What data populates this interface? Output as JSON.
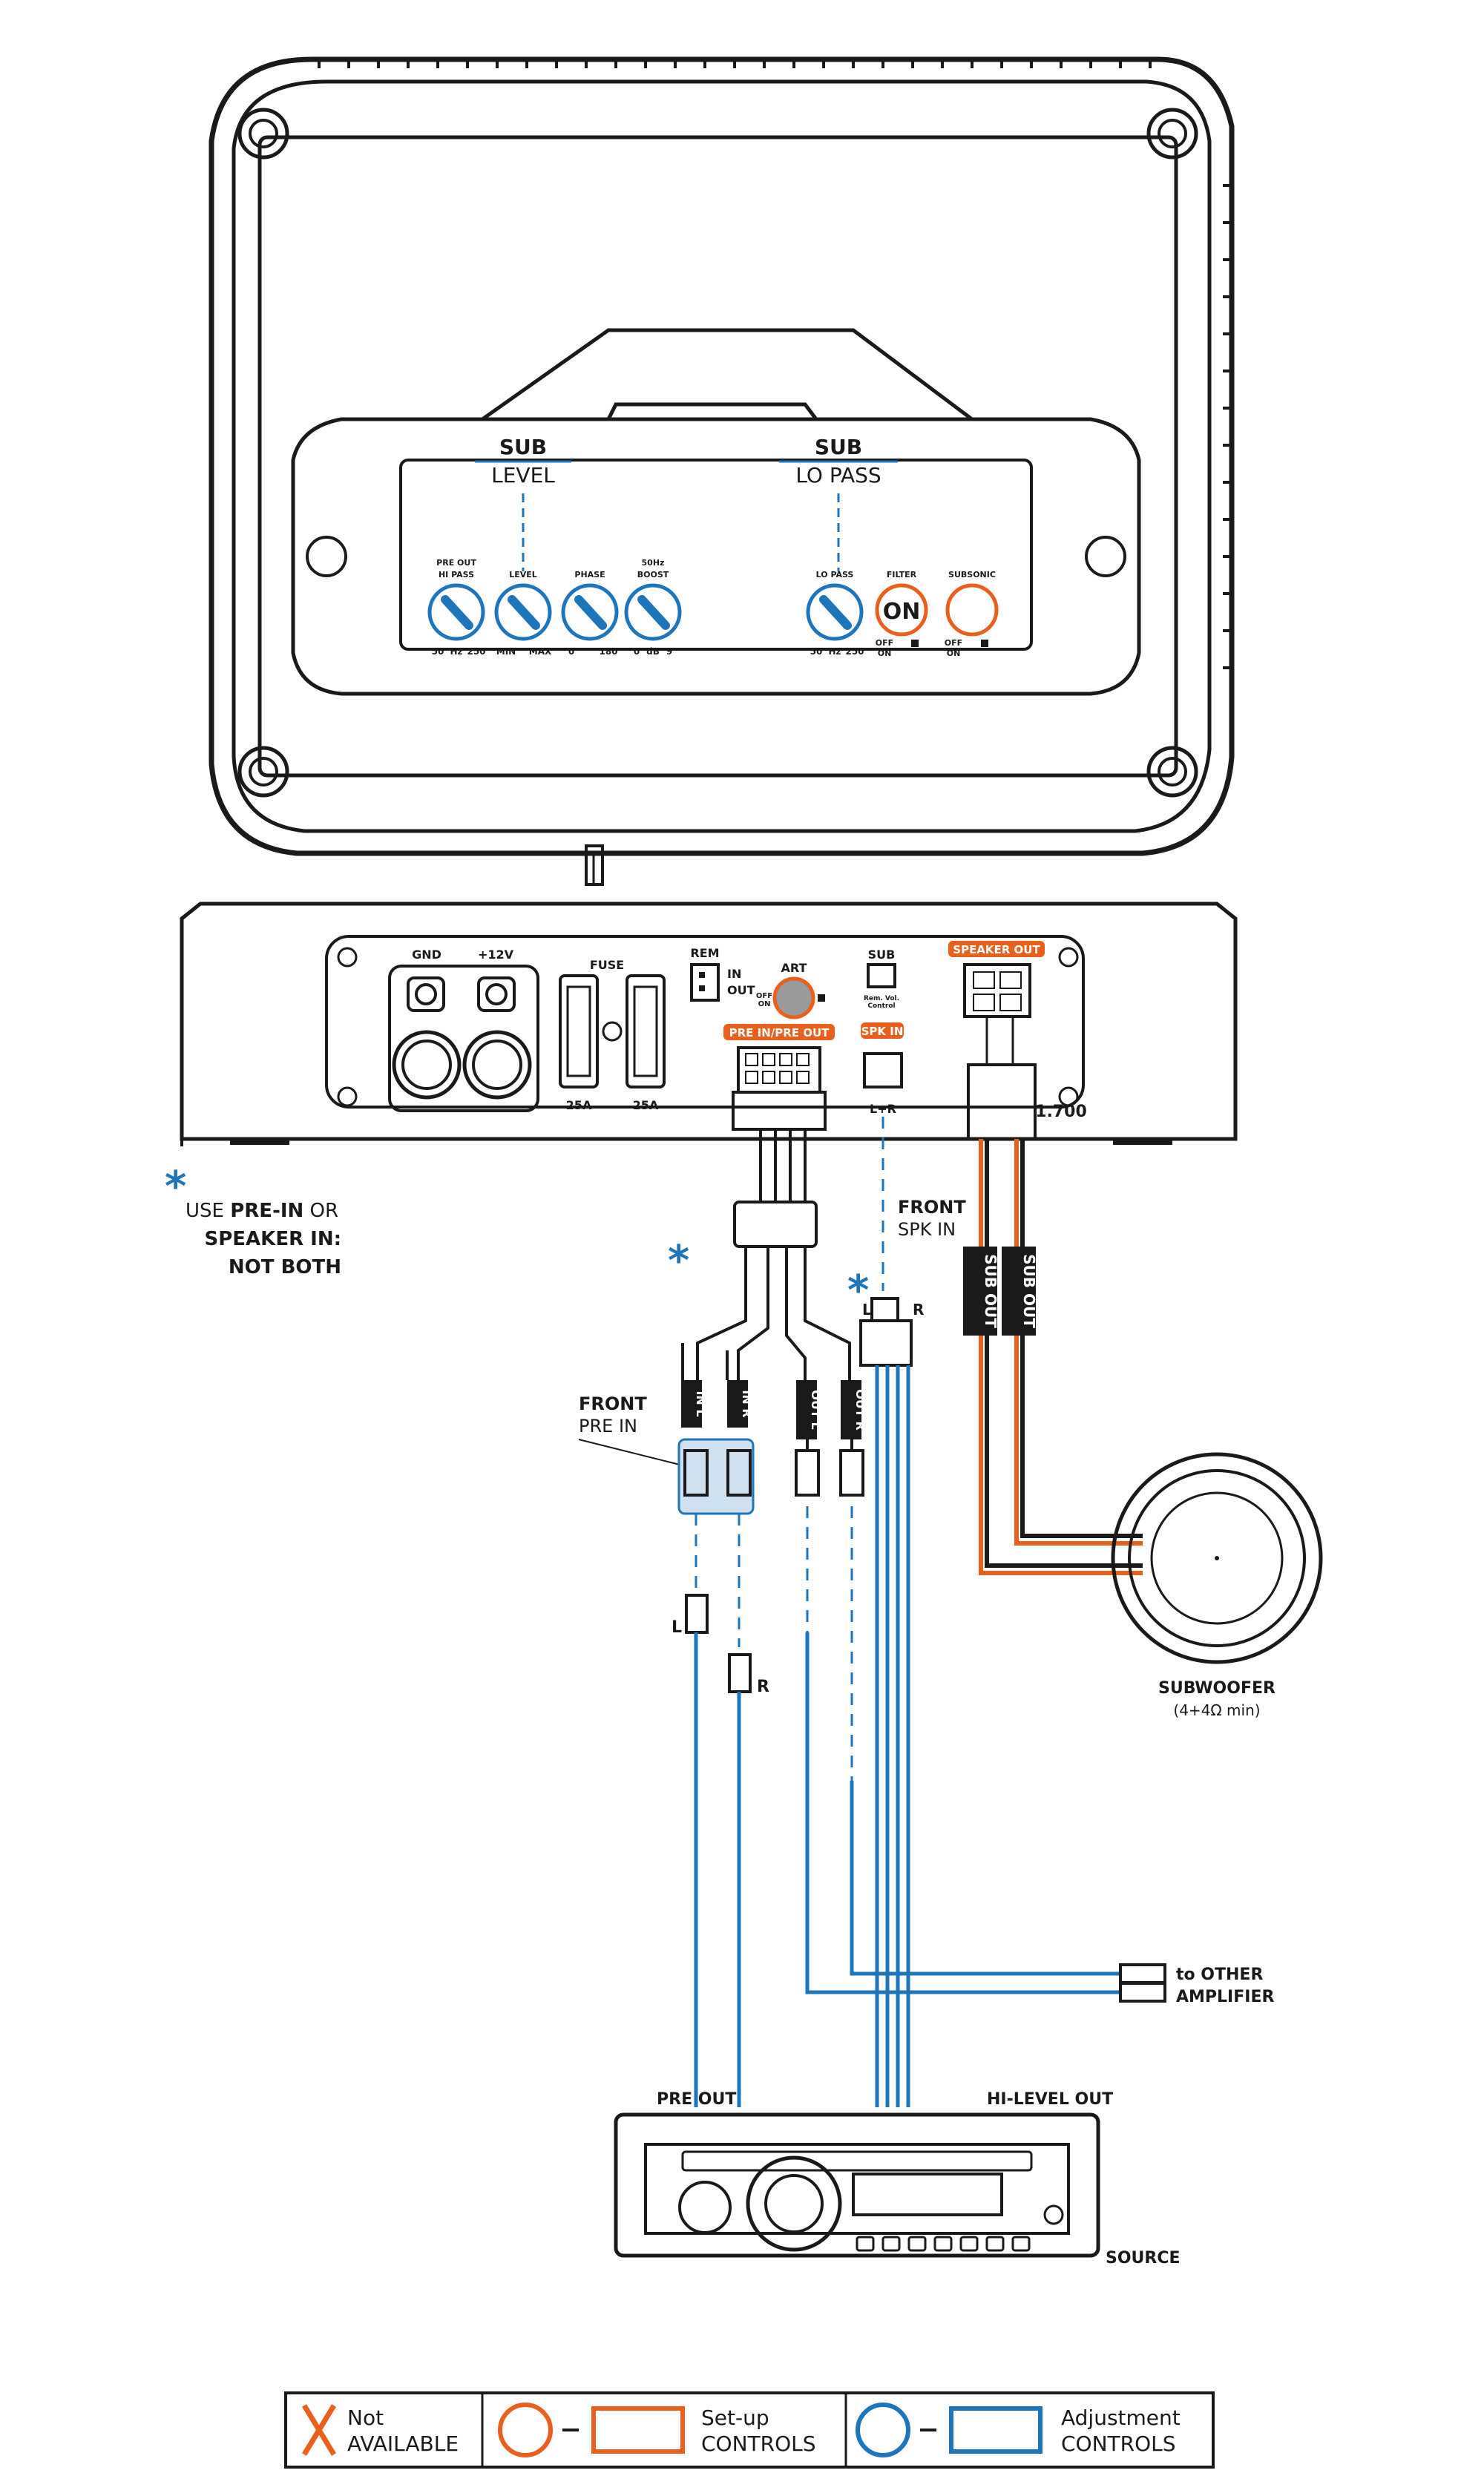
{
  "top_panel": {
    "sub_level_title": "SUB",
    "sub_level_sub": "LEVEL",
    "sub_lopass_title": "SUB",
    "sub_lopass_sub": "LO PASS",
    "knobs": [
      {
        "label1": "PRE OUT",
        "label2": "HI PASS",
        "min": "50",
        "mid": "Hz",
        "max": "250"
      },
      {
        "label1": "",
        "label2": "LEVEL",
        "min": "MIN",
        "mid": "",
        "max": "MAX"
      },
      {
        "label1": "",
        "label2": "PHASE",
        "min": "0",
        "mid": "",
        "max": "180"
      },
      {
        "label1": "50Hz",
        "label2": "BOOST",
        "min": "0",
        "mid": "dB",
        "max": "9"
      },
      {
        "label1": "",
        "label2": "LO PASS",
        "min": "50",
        "mid": "Hz",
        "max": "250"
      }
    ],
    "filter_label": "FILTER",
    "filter_value": "ON",
    "filter_off": "OFF",
    "filter_on": "ON",
    "subsonic_label": "SUBSONIC",
    "subsonic_off": "OFF",
    "subsonic_on": "ON"
  },
  "side_panel": {
    "gnd": "GND",
    "plus12": "+12V",
    "fuse": "FUSE",
    "fuse1": "25A",
    "fuse2": "25A",
    "rem": "REM",
    "rem_in": "IN",
    "rem_out": "OUT",
    "art": "ART",
    "art_off": "OFF",
    "art_on": "ON",
    "pre_in_out": "PRE IN/PRE OUT",
    "sub": "SUB",
    "rem_vol_1": "Rem. Vol.",
    "rem_vol_2": "Control",
    "spk_in": "SPK IN",
    "lr": "L+R",
    "speaker_out": "SPEAKER OUT",
    "model": "1.700"
  },
  "notes": {
    "asterisk": "*",
    "use_line1_a": "USE ",
    "use_line1_b": "PRE-IN",
    "use_line1_c": " OR",
    "use_line2": "SPEAKER IN:",
    "use_line3": "NOT BOTH"
  },
  "wiring": {
    "front_spk_1": "FRONT",
    "front_spk_2": "SPK IN",
    "front_pre_1": "FRONT",
    "front_pre_2": "PRE IN",
    "in_l": "IN L",
    "in_r": "IN R",
    "out_l": "OUT L",
    "out_r": "OUT R",
    "l": "L",
    "r": "R",
    "spk_l": "L",
    "spk_r": "R",
    "sub_out": "SUB OUT",
    "subwoofer": "SUBWOOFER",
    "subwoofer_imp": "(4+4Ω min)",
    "other_1": "to OTHER",
    "other_2": "AMPLIFIER",
    "pre_out": "PRE OUT",
    "hi_level_out": "HI-LEVEL OUT",
    "source": "SOURCE"
  },
  "legend": {
    "not_1": "Not",
    "not_2": "AVAILABLE",
    "setup_1": "Set-up",
    "setup_2": "CONTROLS",
    "adj_1": "Adjustment",
    "adj_2": "CONTROLS"
  },
  "colors": {
    "blue": "#1d75bc",
    "orange": "#e8601c",
    "black": "#1a1a1a"
  }
}
